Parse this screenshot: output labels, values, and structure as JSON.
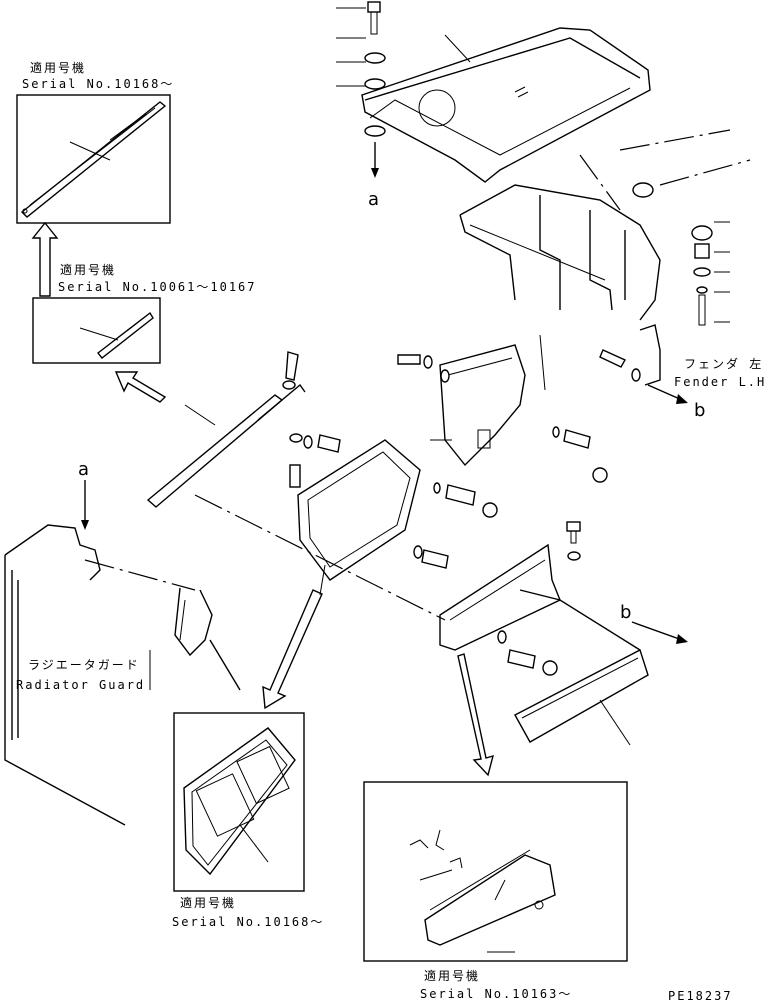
{
  "labels": {
    "applicable_jp": "適用号機",
    "serial_10168": "Serial No.10168～",
    "serial_10061_10167": "Serial No.10061～10167",
    "serial_10163": "Serial No.10163～",
    "radiator_guard_jp": "ラジエータガード",
    "radiator_guard_en": "Radiator Guard",
    "fender_jp": "フェンダ 左",
    "fender_en": "Fender L.H.",
    "ref_a": "a",
    "ref_b": "b",
    "drawing_code": "PE18237"
  }
}
